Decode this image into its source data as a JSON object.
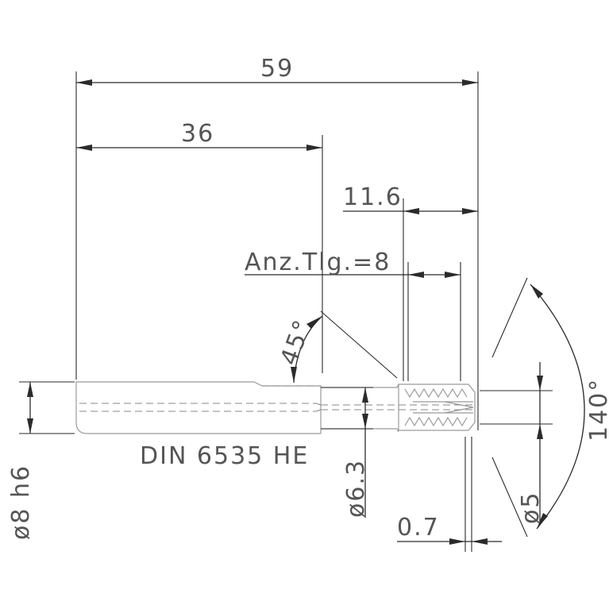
{
  "drawing": {
    "dimensions": {
      "overall_length": "59",
      "shank_length": "36",
      "tip_length": "11.6",
      "teeth_count": "Anz.Tlg.=8",
      "chamfer_angle": "45°",
      "point_angle": "140°",
      "shank_diameter": "ø8 h6",
      "neck_diameter": "ø6.3",
      "tip_diameter": "ø5",
      "offset": "0.7"
    },
    "shank_standard": "DIN 6535 HE"
  },
  "colors": {
    "dimension": "#2b2b2b",
    "part_outline": "#9a9a9a",
    "text": "#555555"
  }
}
